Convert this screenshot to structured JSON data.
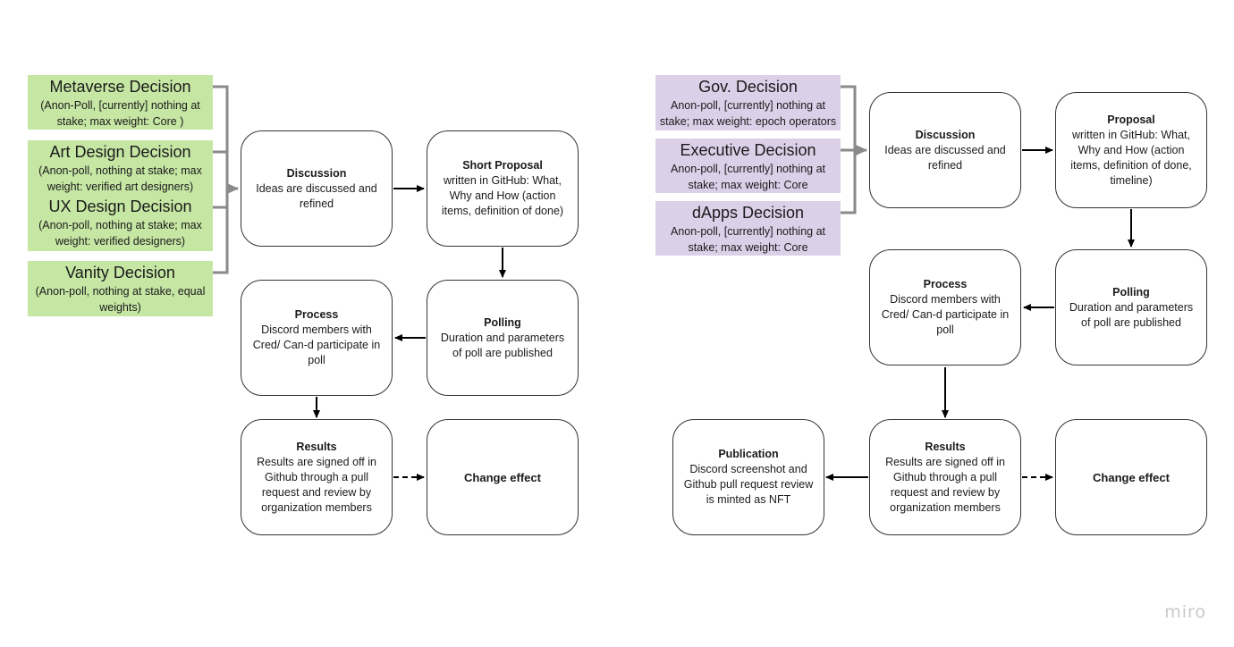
{
  "left": {
    "decisions": [
      {
        "title": "Metaverse Decision",
        "desc": "(Anon-Poll, [currently] nothing at stake; max weight: Core )"
      },
      {
        "title": "Art Design Decision",
        "desc": "(Anon-poll, nothing at stake; max weight: verified art designers)"
      },
      {
        "title": "UX Design Decision",
        "desc": "(Anon-poll, nothing at stake; max weight: verified designers)"
      },
      {
        "title": "Vanity Decision",
        "desc": "(Anon-poll, nothing at stake, equal weights)"
      }
    ],
    "steps": {
      "discussion": {
        "title": "Discussion",
        "desc": "Ideas are discussed and refined"
      },
      "proposal": {
        "title": "Short Proposal",
        "desc": "written in GitHub: What, Why and How (action items, definition of done)"
      },
      "polling": {
        "title": "Polling",
        "desc": "Duration and parameters of poll are published"
      },
      "process": {
        "title": "Process",
        "desc": "Discord members with Cred/ Can-d participate in poll"
      },
      "results": {
        "title": "Results",
        "desc": "Results are signed off in Github through a pull request and review by organization members"
      },
      "change": {
        "title": "Change effect"
      }
    }
  },
  "right": {
    "decisions": [
      {
        "title": "Gov. Decision",
        "desc": "Anon-poll, [currently] nothing at stake; max weight: epoch operators"
      },
      {
        "title": "Executive Decision",
        "desc": "Anon-poll, [currently] nothing at stake; max weight: Core"
      },
      {
        "title": "dApps Decision",
        "desc": "Anon-poll, [currently] nothing at stake; max weight: Core"
      }
    ],
    "steps": {
      "discussion": {
        "title": "Discussion",
        "desc": "Ideas are discussed and refined"
      },
      "proposal": {
        "title": "Proposal",
        "desc": "written in GitHub: What, Why and How (action items, definition of done, timeline)"
      },
      "polling": {
        "title": "Polling",
        "desc": "Duration and parameters of poll are published"
      },
      "process": {
        "title": "Process",
        "desc": "Discord members with Cred/ Can-d participate in poll"
      },
      "results": {
        "title": "Results",
        "desc": "Results are signed off in Github through a pull request and review by organization members"
      },
      "change": {
        "title": "Change effect"
      },
      "publication": {
        "title": "Publication",
        "desc": "Discord screenshot and Github pull request review is minted as NFT"
      }
    }
  },
  "watermark": "miro",
  "colors": {
    "left_label_bg": "#c6e6a4",
    "right_label_bg": "#dcd0e8",
    "bracket": "#8a8a8a",
    "arrow": "#000000"
  }
}
